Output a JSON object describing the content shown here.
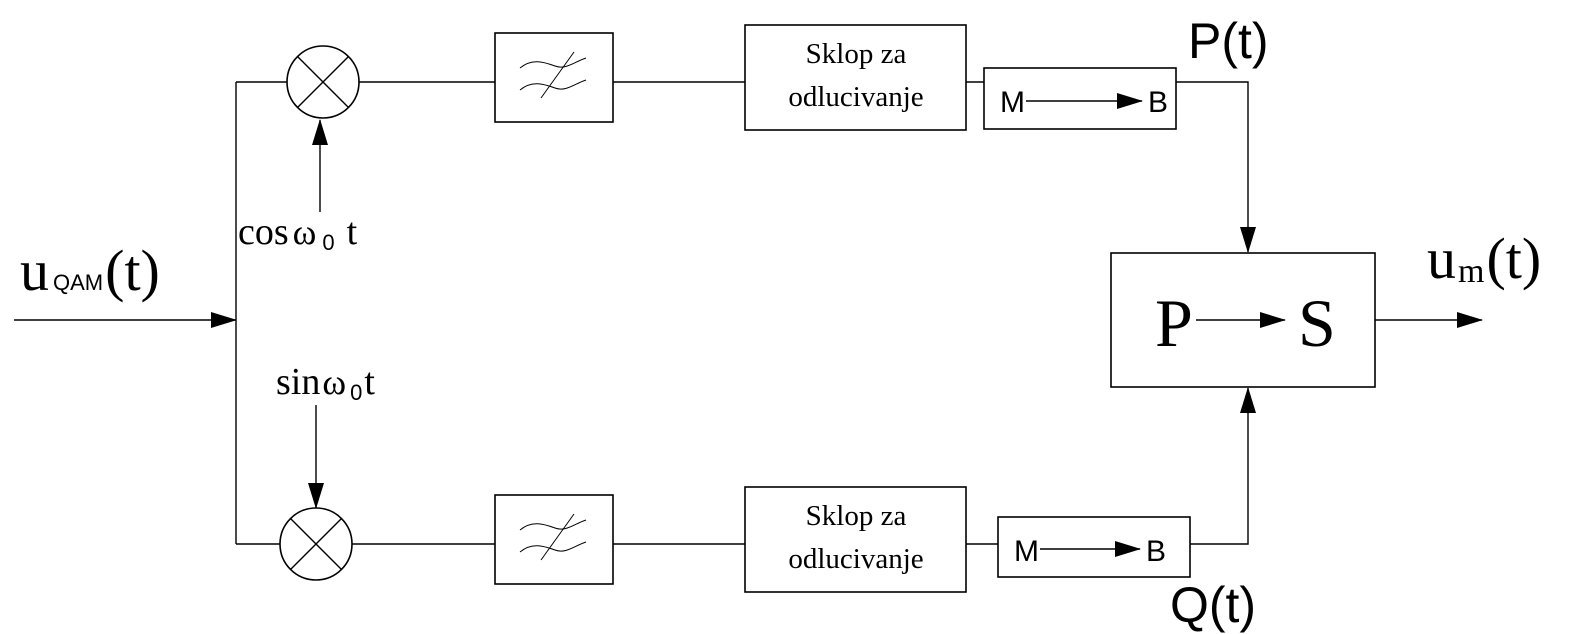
{
  "input_signal": {
    "main": "u",
    "subscript": "QAM",
    "suffix": "(t)"
  },
  "carriers": {
    "cos": {
      "func": "cos",
      "omega": "ω",
      "sub": "0",
      "var": "t"
    },
    "sin": {
      "func": "sin",
      "omega": "ω",
      "sub": "0",
      "var": "t"
    }
  },
  "decision_block": {
    "line1": "Sklop za",
    "line2": "odlucivanje"
  },
  "converter_block": {
    "from": "M",
    "to": "B"
  },
  "branch_outputs": {
    "top": "P(t)",
    "bottom": "Q(t)"
  },
  "ps_block": {
    "from": "P",
    "to": "S"
  },
  "output_signal": {
    "main": "u",
    "subscript": "m",
    "suffix": "(t)"
  }
}
